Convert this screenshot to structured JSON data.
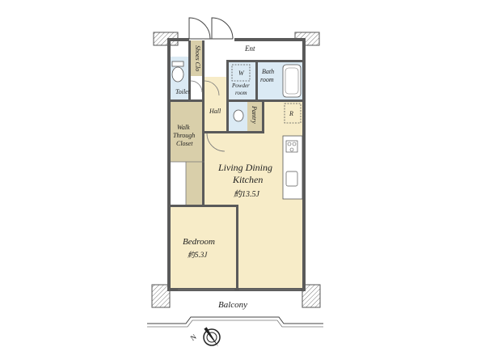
{
  "colors": {
    "floor": "#f7ecc8",
    "wet_area": "#dbeaf4",
    "storage": "#d9cfaa",
    "wall": "#5a5a5a",
    "balcony": "#ffffff"
  },
  "rooms": {
    "entrance": "Ent",
    "shoes_closet": "Shoes Clo",
    "toilet": "Toilet",
    "washer": "W",
    "powder_room_line1": "Powder",
    "powder_room_line2": "room",
    "bath_room_line1": "Bath",
    "bath_room_line2": "room",
    "hall": "Hall",
    "pantry": "Pantry",
    "refrigerator": "R",
    "walk_closet_line1": "Walk",
    "walk_closet_line2": "Through",
    "walk_closet_line3": "Closet",
    "ldk_line1": "Living Dining",
    "ldk_line2": "Kitchen",
    "ldk_area": "約13.5J",
    "bedroom": "Bedroom",
    "bedroom_area": "約5.3J",
    "balcony": "Balcony"
  },
  "compass": {
    "label": "N",
    "icon": "compass-icon"
  }
}
